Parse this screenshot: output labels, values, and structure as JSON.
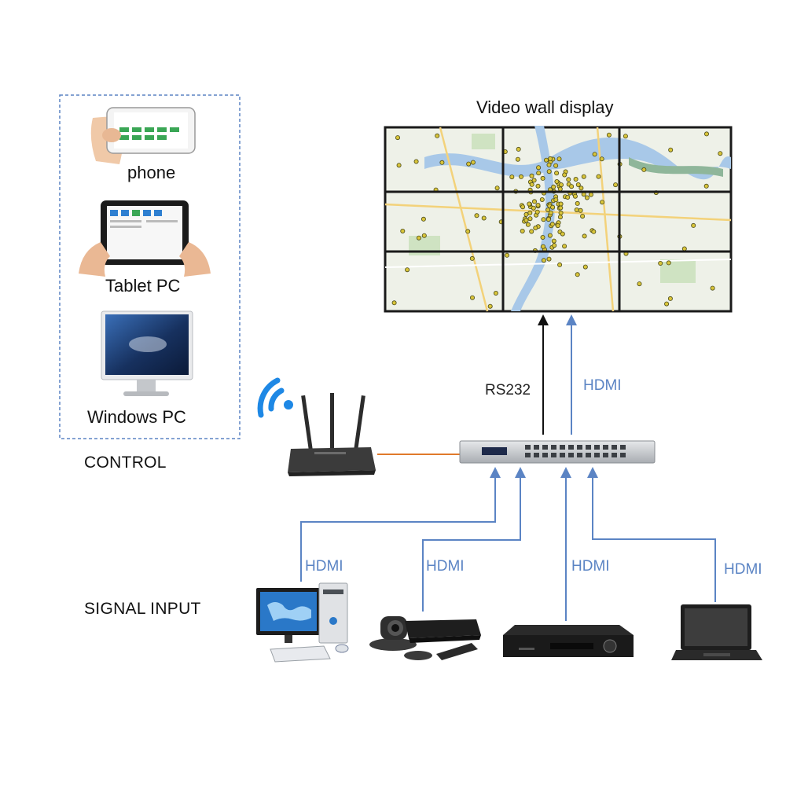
{
  "title": "Video wall display",
  "control": {
    "section_label": "CONTROL",
    "devices": [
      {
        "label": "phone",
        "icon": "phone-icon"
      },
      {
        "label": "Tablet PC",
        "icon": "tablet-icon"
      },
      {
        "label": "Windows PC",
        "icon": "monitor-icon"
      }
    ]
  },
  "signal_input": {
    "section_label": "SIGNAL INPUT",
    "sources": [
      {
        "label": "HDMI",
        "icon": "desktop-computer-icon"
      },
      {
        "label": "HDMI",
        "icon": "conference-camera-icon"
      },
      {
        "label": "HDMI",
        "icon": "dvd-player-icon"
      },
      {
        "label": "HDMI",
        "icon": "laptop-icon"
      }
    ]
  },
  "links": {
    "rs232_label": "RS232",
    "hdmi_out_label": "HDMI"
  },
  "icons": {
    "wifi": "wifi-icon",
    "router": "router-icon",
    "matrix": "matrix-switcher-icon",
    "wall": "video-wall-map-icon"
  },
  "colors": {
    "hdmi_line": "#5b84c4",
    "rs232_line": "#111111",
    "network_line": "#e07a2b",
    "wifi": "#1e88e5"
  }
}
